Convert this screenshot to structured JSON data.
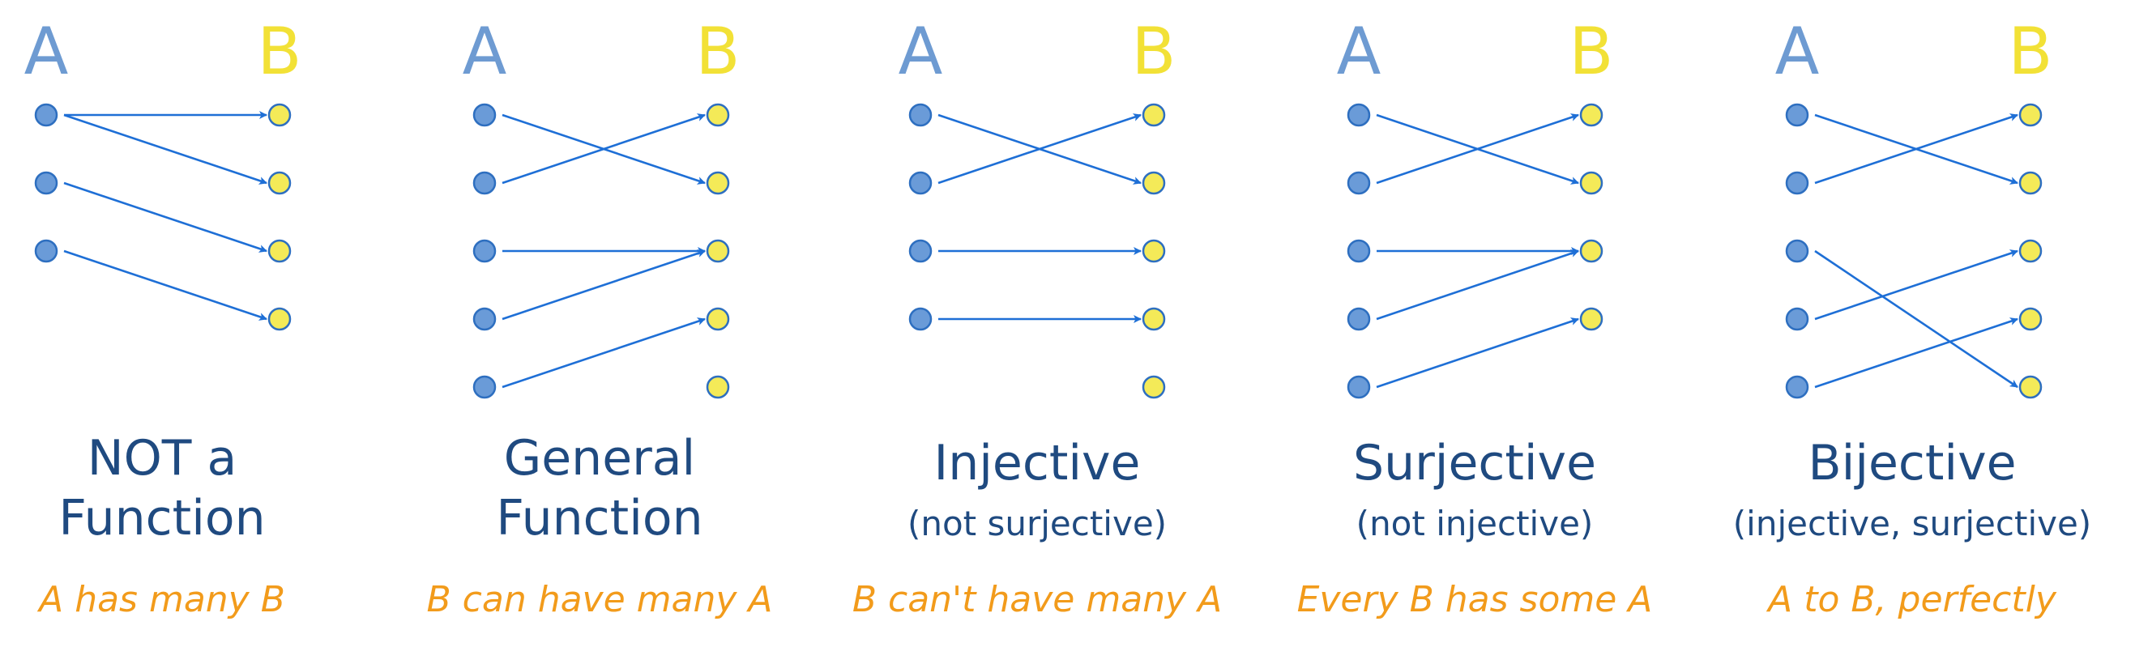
{
  "colors": {
    "a_label": "#6e9bd2",
    "b_label": "#f2e136",
    "a_dot_fill": "#6a9bd8",
    "a_dot_stroke": "#2e6fc0",
    "b_dot_fill": "#f4ea58",
    "b_dot_stroke": "#2e6fc0",
    "arrow": "#1e6fd6",
    "title": "#1f4a80",
    "caption": "#f29b1b"
  },
  "set_labels": {
    "a": "A",
    "b": "B"
  },
  "panels": [
    {
      "title_lines": [
        "NOT a",
        "Function"
      ],
      "subtitle": "",
      "caption": "A has many B",
      "a_count": 3,
      "b_count": 4,
      "mappings": [
        [
          0,
          0
        ],
        [
          0,
          1
        ],
        [
          1,
          2
        ],
        [
          2,
          3
        ]
      ]
    },
    {
      "title_lines": [
        "General",
        "Function"
      ],
      "subtitle": "",
      "caption": "B can have many A",
      "a_count": 5,
      "b_count": 5,
      "mappings": [
        [
          0,
          1
        ],
        [
          1,
          0
        ],
        [
          2,
          2
        ],
        [
          3,
          2
        ],
        [
          4,
          3
        ]
      ]
    },
    {
      "title_lines": [
        "Injective"
      ],
      "subtitle": "(not surjective)",
      "caption": "B can't have many A",
      "a_count": 4,
      "b_count": 5,
      "mappings": [
        [
          0,
          1
        ],
        [
          1,
          0
        ],
        [
          2,
          2
        ],
        [
          3,
          3
        ]
      ]
    },
    {
      "title_lines": [
        "Surjective"
      ],
      "subtitle": "(not injective)",
      "caption": "Every B has some A",
      "a_count": 5,
      "b_count": 4,
      "mappings": [
        [
          0,
          1
        ],
        [
          1,
          0
        ],
        [
          2,
          2
        ],
        [
          3,
          2
        ],
        [
          4,
          3
        ]
      ]
    },
    {
      "title_lines": [
        "Bijective"
      ],
      "subtitle": "(injective, surjective)",
      "caption": "A to B, perfectly",
      "a_count": 5,
      "b_count": 5,
      "mappings": [
        [
          0,
          1
        ],
        [
          1,
          0
        ],
        [
          2,
          4
        ],
        [
          3,
          2
        ],
        [
          4,
          3
        ]
      ]
    }
  ]
}
